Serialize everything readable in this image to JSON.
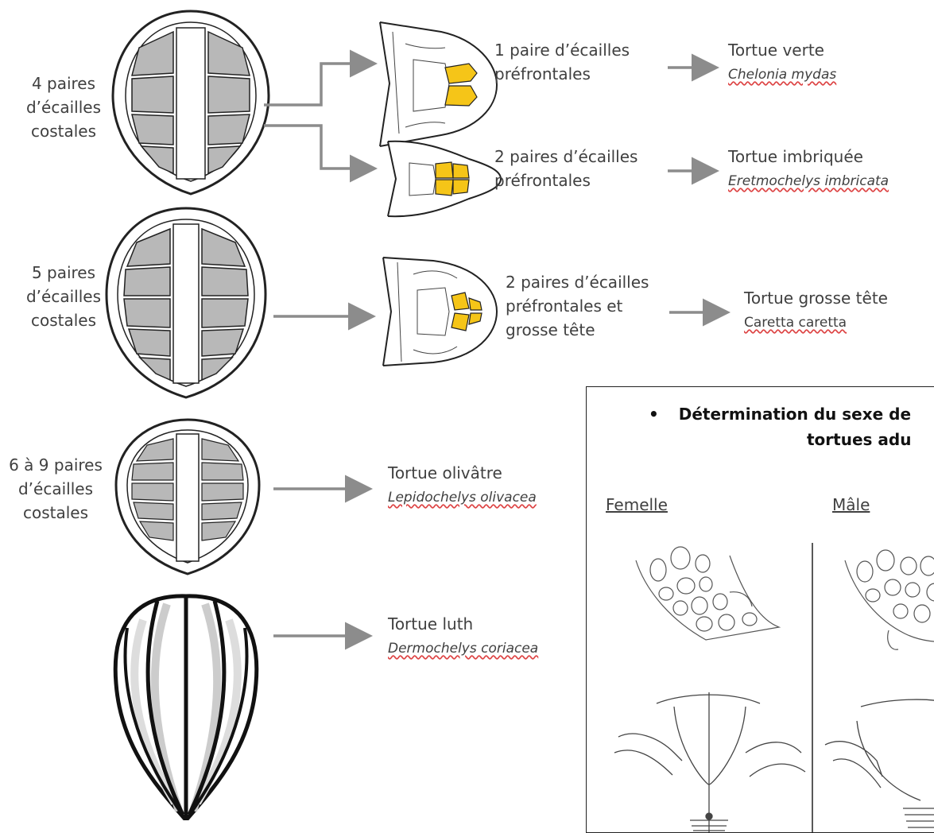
{
  "rows": {
    "r1_label": [
      "4 paires",
      "d’écailles",
      "costales"
    ],
    "r1a_desc": [
      "1 paire d’écailles",
      "préfrontales"
    ],
    "r1a_common": "Tortue verte",
    "r1a_sci": "Chelonia mydas",
    "r1b_desc": [
      "2 paires d’écailles",
      "préfrontales"
    ],
    "r1b_common": "Tortue imbriquée",
    "r1b_sci": "Eretmochelys imbricata",
    "r2_label": [
      "5 paires",
      "d’écailles",
      "costales"
    ],
    "r2_desc": [
      "2 paires d’écailles",
      "préfrontales et",
      "grosse tête"
    ],
    "r2_common": "Tortue grosse tête",
    "r2_sci": "Caretta caretta",
    "r3_label": [
      "6 à 9 paires",
      "d’écailles",
      "costales"
    ],
    "r3_common": "Tortue olivâtre",
    "r3_sci": "Lepidochelys olivacea",
    "r4_common": "Tortue luth",
    "r4_sci": "Dermochelys coriacea"
  },
  "sex_box": {
    "bullet": "•",
    "title_line1": "Détermination du sexe de",
    "title_line2": "tortues adu",
    "female": "Femelle",
    "male": "Mâle"
  },
  "colors": {
    "scute_gray": "#b8b8b8",
    "prefrontal_yellow": "#f5c518",
    "arrow_gray": "#8c8c8c"
  }
}
